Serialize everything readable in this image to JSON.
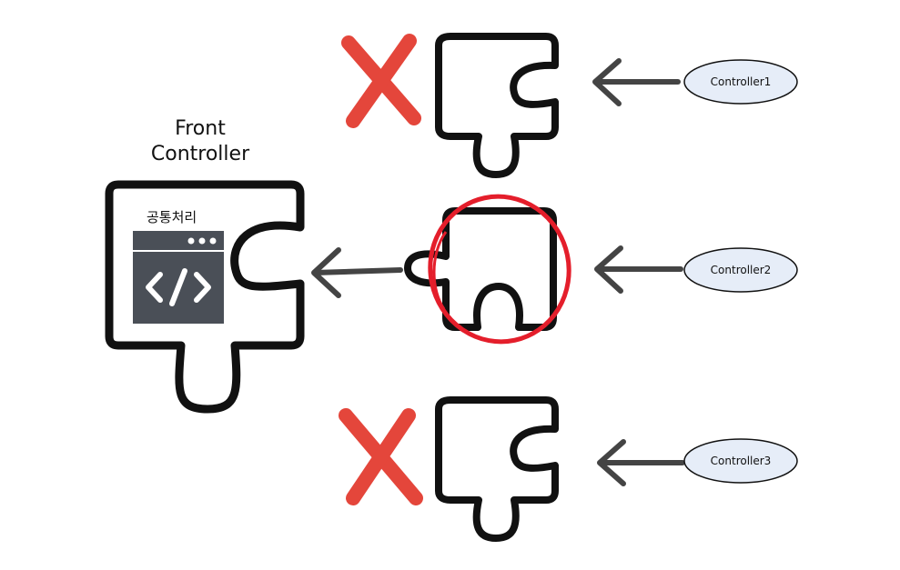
{
  "front_controller": {
    "title_line1": "Front",
    "title_line2": "Controller",
    "common_label": "공통처리"
  },
  "controllers": [
    {
      "label": "Controller1",
      "status": "rejected"
    },
    {
      "label": "Controller2",
      "status": "selected"
    },
    {
      "label": "Controller3",
      "status": "rejected"
    }
  ],
  "colors": {
    "outline": "#111111",
    "reject_x": "#e4463b",
    "selected_circle": "#e41e2b",
    "ellipse_fill": "#e6edf8",
    "window_bg": "#4a4f57"
  },
  "icons": {
    "code_window": "code-window-icon",
    "reject": "x-mark-icon",
    "arrow": "arrow-left-icon"
  }
}
